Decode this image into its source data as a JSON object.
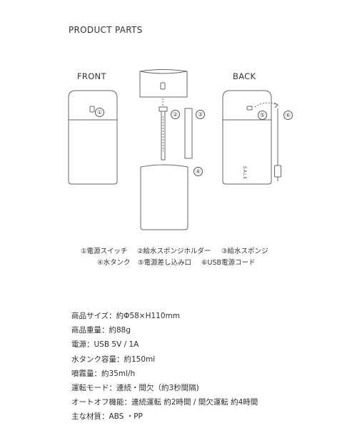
{
  "title": "PRODUCT PARTS",
  "views": {
    "front": "FRONT",
    "back": "BACK"
  },
  "device_text": "SALE",
  "part_numbers": [
    "①",
    "②",
    "③",
    "④",
    "⑤",
    "⑥"
  ],
  "legend": {
    "row1": [
      "①電源スイッチ",
      "②給水スポンジホルダー",
      "③給水スポンジ"
    ],
    "row2": [
      "④水タンク",
      "⑤電源差し込み口",
      "⑥USB電源コード"
    ]
  },
  "specs": [
    "商品サイズ：約Φ58×H110mm",
    "商品重量：約88g",
    "電源：USB 5V / 1A",
    "水タンク容量：約150ml",
    "噴霧量：約35ml/h",
    "運転モード：連続・間欠（約3秒間隔)",
    "オートオフ機能：連続運転 約2時間 / 間欠運転 約4時間",
    "主な材質：ABS ・PP"
  ]
}
